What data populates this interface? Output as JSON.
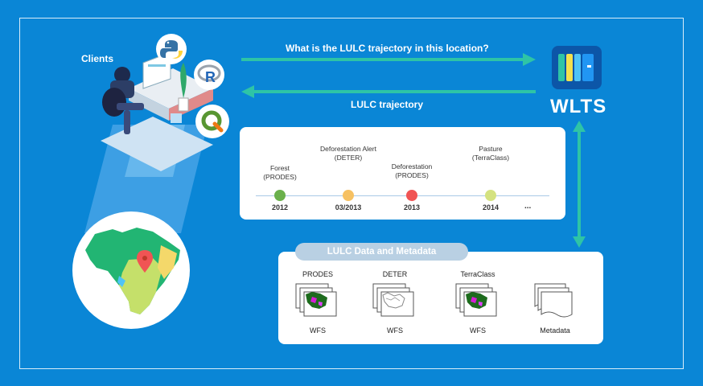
{
  "clients_label": "Clients",
  "wlts_label": "WLTS",
  "request_label": "What is the LULC trajectory in this location?",
  "response_label": "LULC trajectory",
  "timeline": {
    "events": [
      {
        "label": "Forest\n(PRODES)",
        "year": "2012",
        "color": "#6ab04c"
      },
      {
        "label": "Deforestation Alert\n(DETER)",
        "year": "03/2013",
        "color": "#f6c163"
      },
      {
        "label": "Deforestation\n(PRODES)",
        "year": "2013",
        "color": "#f05454"
      },
      {
        "label": "Pasture\n(TerraClass)",
        "year": "2014",
        "color": "#d4e281"
      }
    ],
    "ellipsis": "..."
  },
  "data_panel": {
    "title": "LULC Data and Metadata",
    "sources": [
      {
        "name": "PRODES",
        "service": "WFS",
        "icon": "map-layers-icon"
      },
      {
        "name": "DETER",
        "service": "WFS",
        "icon": "map-layers-icon"
      },
      {
        "name": "TerraClass",
        "service": "WFS",
        "icon": "map-layers-icon"
      },
      {
        "name": "",
        "service": "Metadata",
        "icon": "document-stack-icon"
      }
    ]
  },
  "client_icons": [
    "python-icon",
    "r-icon",
    "qgis-icon"
  ],
  "colors": {
    "background": "#0a86d6",
    "arrow": "#2ec4a6",
    "brazil": "#22b573",
    "pin": "#f05454"
  }
}
